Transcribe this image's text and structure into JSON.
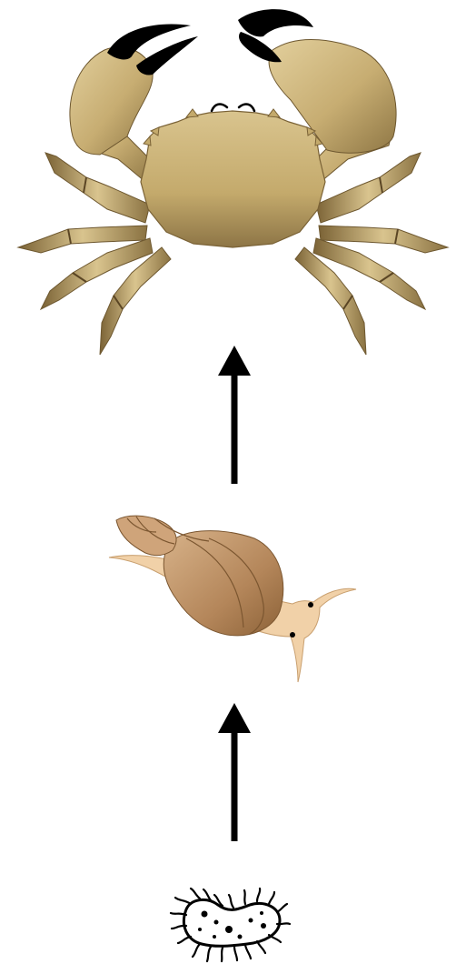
{
  "diagram": {
    "kind": "food-chain",
    "direction": "bottom-to-top",
    "organisms": [
      {
        "id": "organism-crab",
        "icon": "crab-icon",
        "level": 3
      },
      {
        "id": "organism-snail",
        "icon": "snail-icon",
        "level": 2
      },
      {
        "id": "organism-microorganism",
        "icon": "microorganism-icon",
        "level": 1
      }
    ],
    "arrows": [
      {
        "from": "organism-microorganism",
        "to": "organism-snail"
      },
      {
        "from": "organism-snail",
        "to": "organism-crab"
      }
    ]
  },
  "colors": {
    "background": "#ffffff",
    "arrow": "#000000",
    "crab_shell": "#c9b27a",
    "crab_shell_dark": "#8a7242",
    "crab_claw_tip": "#000000",
    "snail_shell": "#b88b5a",
    "snail_shell_dark": "#8f6438",
    "snail_body": "#f1d1a8",
    "microbe_fill": "#ffffff",
    "microbe_stroke": "#000000"
  }
}
